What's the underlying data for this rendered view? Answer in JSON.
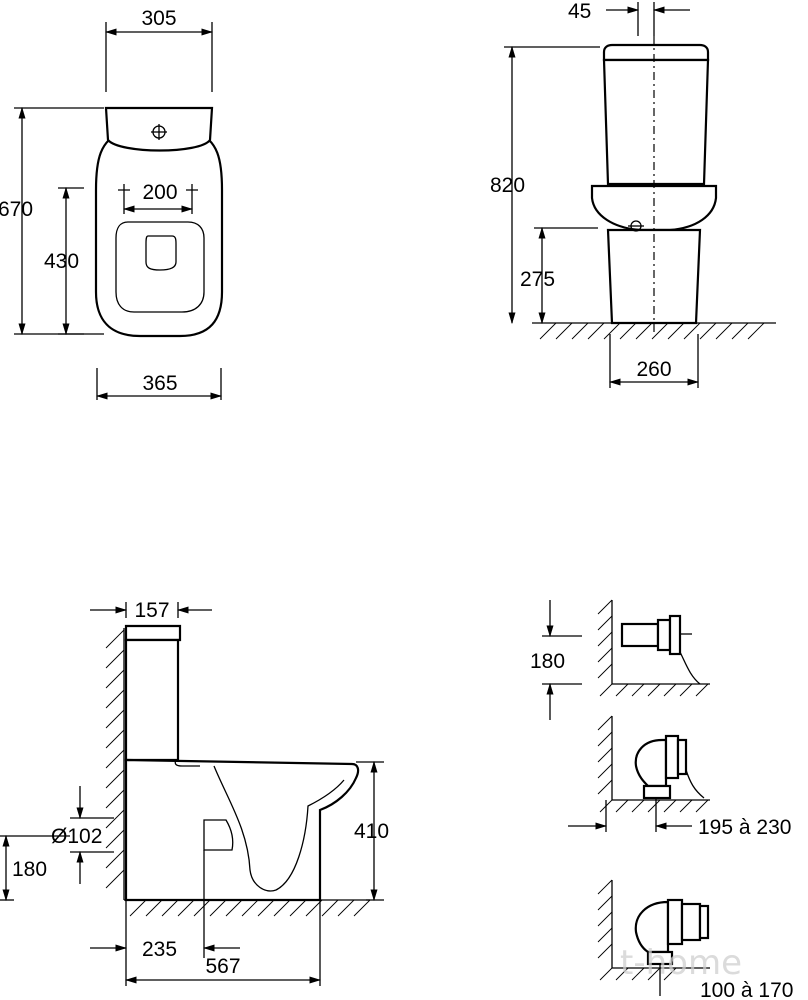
{
  "top_view": {
    "dim_tank_width": "305",
    "dim_bolt_spacing": "200",
    "dim_total_depth": "670",
    "dim_bolt_depth": "430",
    "dim_bowl_width": "365"
  },
  "front_view": {
    "dim_tank_offset": "45",
    "dim_total_height": "820",
    "dim_inlet_height": "275",
    "dim_base_width": "260"
  },
  "side_view": {
    "dim_tank_depth": "157",
    "dim_outlet_diameter": "Ø102",
    "dim_outlet_height": "180",
    "dim_seat_height": "410",
    "dim_outlet_distance": "235",
    "dim_total_length": "567"
  },
  "connections": {
    "horizontal_height": "180",
    "vertical_range": "195 à 230",
    "vertical_range_2": "100 à 170"
  },
  "watermark": "t-home"
}
